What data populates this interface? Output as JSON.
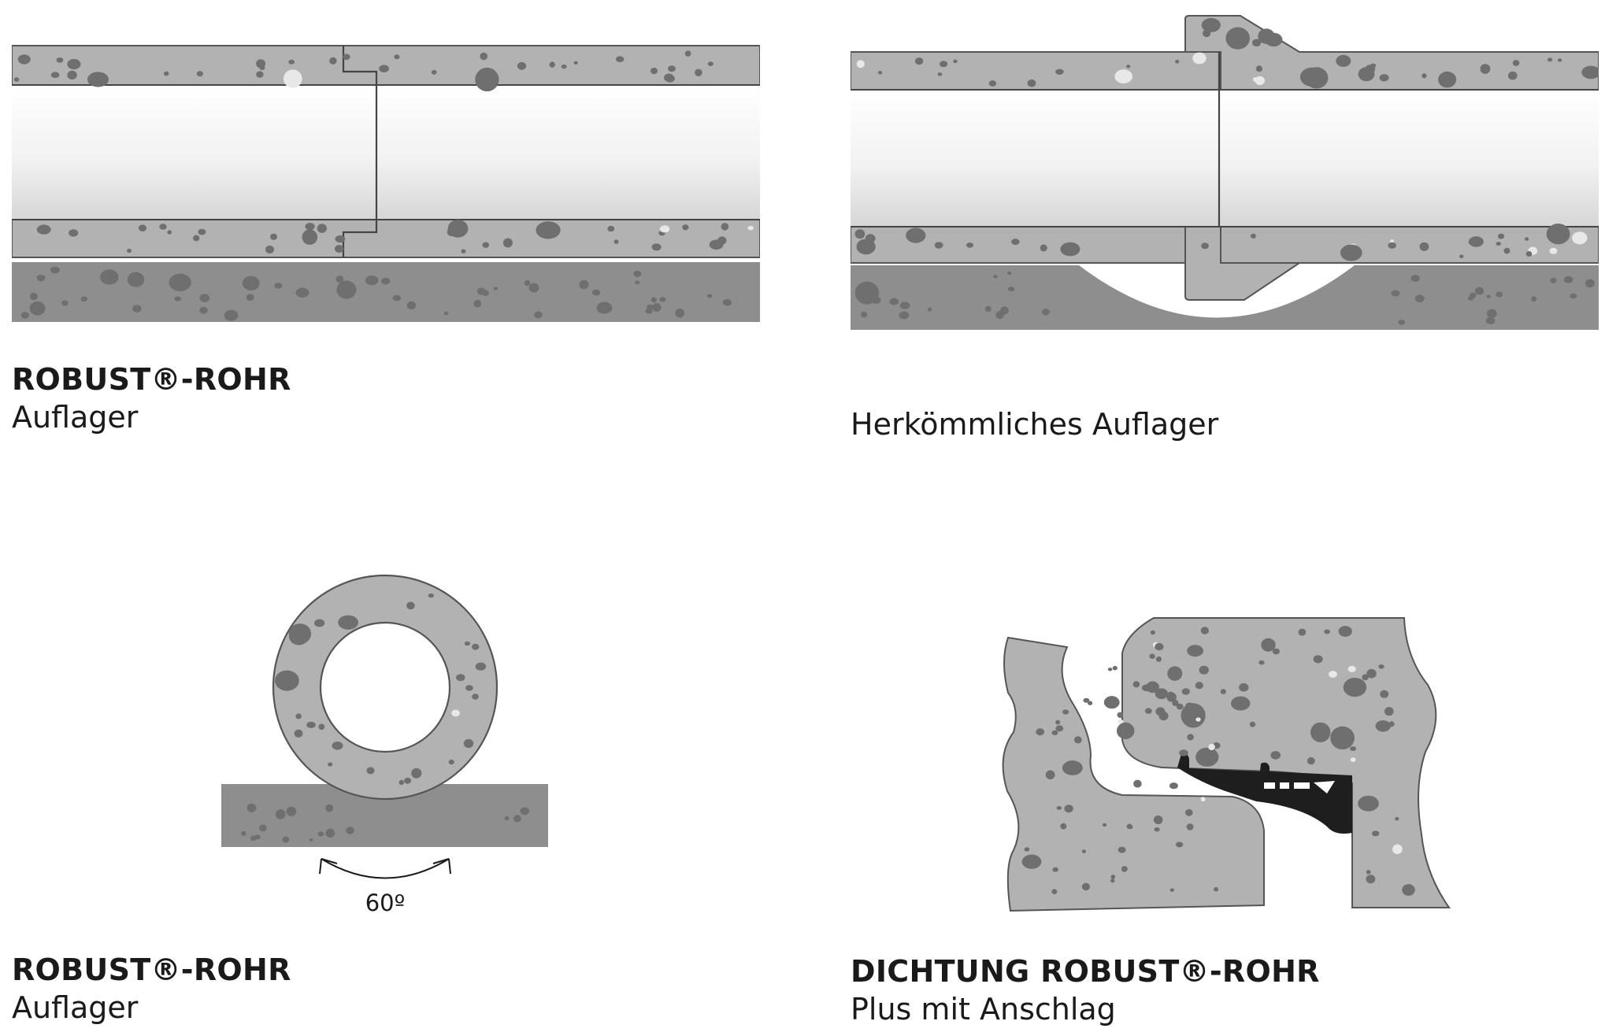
{
  "colors": {
    "concrete": "#b2b2b2",
    "concrete_outline": "#555555",
    "soil": "#8e8e8e",
    "pebble_dark": "#6f6f6f",
    "pebble_light": "#e8e8e8",
    "gasket": "#1e1e1e"
  },
  "panels": [
    {
      "id": "robust-longitudinal",
      "title": "ROBUST®-ROHR",
      "subtitle": "Auflager"
    },
    {
      "id": "conventional-longitudinal",
      "title": "",
      "subtitle": "Herkömmliches Auflager"
    },
    {
      "id": "robust-cross-section",
      "title": "ROBUST®-ROHR",
      "subtitle": "Auflager",
      "angle_label": "60º"
    },
    {
      "id": "seal-detail",
      "title": "DICHTUNG ROBUST®-ROHR",
      "subtitle": "Plus mit Anschlag"
    }
  ]
}
